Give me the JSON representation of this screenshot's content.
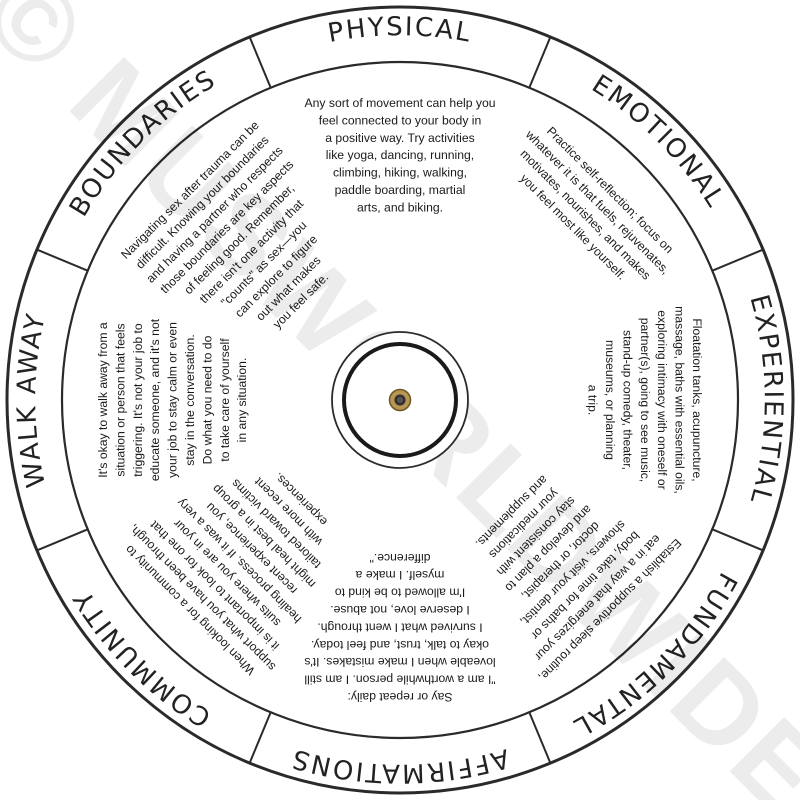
{
  "watermark": "© MUSWORLDWIDE",
  "sections": [
    {
      "key": "physical",
      "label": "PHYSICAL",
      "lines": [
        "Any sort of movement can help you",
        "feel connected to your body in",
        "a positive way. Try activities",
        "like yoga, dancing, running,",
        "climbing, hiking, walking,",
        "paddle boarding, martial",
        "arts, and biking."
      ]
    },
    {
      "key": "emotional",
      "label": "EMOTIONAL",
      "lines": [
        "Practice self-reflection; focus on",
        "whatever it is that fuels, rejuvenates,",
        "motivates, nourishes, and makes",
        "you feel most like yourself."
      ]
    },
    {
      "key": "experiential",
      "label": "EXPERIENTIAL",
      "lines": [
        "Floatation tanks, acupuncture,",
        "massage, baths with essential oils,",
        "exploring intimacy with oneself or",
        "partner(s), going to see music,",
        "stand-up comedy, theater,",
        "museums, or planning",
        "a trip."
      ]
    },
    {
      "key": "fundamental",
      "label": "FUNDAMENTAL",
      "lines": [
        "Establish a supportive sleep routine,",
        "eat in a way that energizes your",
        "body, take time for baths or",
        "showers, visit your dentist,",
        "doctor, or therapist,",
        "and develop a plan to",
        "stay consistent with",
        "your medications",
        "and supplements."
      ]
    },
    {
      "key": "affirmations",
      "label": "AFFIRMATIONS",
      "lines": [
        "Say or repeat daily:",
        "\"I am a worthwhile person. I am still",
        "loveable when I make mistakes. It's",
        "okay to talk, trust, and feel today.",
        "I survived what I went through.",
        "I deserve love, not abuse.",
        "I'm allowed to be kind to",
        "myself. I make a",
        "difference.\""
      ]
    },
    {
      "key": "community",
      "label": "COMMUNITY",
      "lines": [
        "When looking for a community to",
        "support what you have been through,",
        "it is important to look for one that",
        "suits where you are in your",
        "healing process. If it was a very",
        "recent experience, you",
        "might heal best in a group",
        "tailored toward victims",
        "with more recent",
        "experiences."
      ]
    },
    {
      "key": "walk_away",
      "label": "WALK AWAY",
      "lines": [
        "It's okay to walk away from a",
        "situation or person that feels",
        "triggering. It's not your job to",
        "educate someone, and it's not",
        "your job to stay calm or even",
        "stay in the conversation.",
        "Do what you need to do",
        "to take care of yourself",
        "in any situation."
      ]
    },
    {
      "key": "boundaries",
      "label": "BOUNDARIES",
      "lines": [
        "Navigating sex after trauma can be",
        "difficult. Knowing your boundaries",
        "and having a partner who respects",
        "those boundaries are key aspects",
        "of feeling good. Remember,",
        "there isn't one activity that",
        "\"counts\" as sex—you",
        "can explore to figure",
        "out what makes",
        "you feel safe."
      ]
    }
  ]
}
